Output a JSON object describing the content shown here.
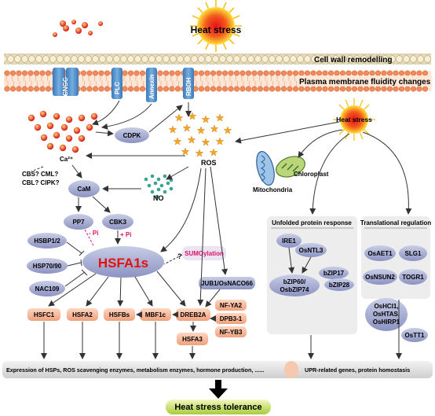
{
  "top": {
    "heat_stress": "Heat stress",
    "cell_wall": "Cell wall remodelling",
    "plasma_membrane": "Plasma membrane fluidity changes"
  },
  "channels": {
    "cngc": "CNGC",
    "plc": "PLC",
    "annexin": "Annexin",
    "rboh": "RBOH"
  },
  "signals": {
    "cdpk": "CDPK",
    "ca": "Ca²⁺",
    "ros": "ROS",
    "no": "NO",
    "cam": "CaM",
    "cbs": "CBS? CML?",
    "cbl": "CBL? CIPK?",
    "pp7": "PP7",
    "cbk3": "CBK3",
    "minus_pi": "- Pi",
    "plus_pi": "+ Pi",
    "q": "?"
  },
  "organelles": {
    "heat_stress_right": "Heat stress",
    "chloroplast": "Chloroplast",
    "mitochondria": "Mitochondria"
  },
  "regulators": {
    "hsbp": "HSBP1/2",
    "hsp70": "HSP70/90",
    "nac109": "NAC109",
    "hsfa1s": "HSFA1s",
    "sumo": "SUMOylation",
    "jub1": "JUB1/OsNACO66"
  },
  "downstream": {
    "hsfc1": "HSFC1",
    "hsfa2": "HSFA2",
    "hsfbs": "HSFBs",
    "mbf1c": "MBF1c",
    "dreb2a": "DREB2A",
    "nfya2": "NF-YA2",
    "dpb31": "DPB3-1",
    "nfyb3": "NF-YB3",
    "hsfa3": "HSFA3"
  },
  "upr": {
    "title": "Unfolded protein response",
    "ire1": "IRE1",
    "osntl3": "OsNTL3",
    "bzip60": "bZIP60/",
    "osbzip74": "OsbZIP74",
    "bzip17": "bZIP17",
    "bzip28": "bZIP28"
  },
  "transl": {
    "title": "Translational regulation",
    "osaet1": "OsAET1",
    "slg1": "SLG1",
    "osnsun2": "OsNSUN2",
    "togr1": "TOGR1"
  },
  "misc": {
    "oshci1": "OsHCI1,",
    "oshtas": "OsHTAS,",
    "oshirp1": "OsHIRP1",
    "ostt1": "OsTT1"
  },
  "bottom": {
    "expression": "Expression of HSPs, ROS scavenging enzymes, metabolism enzymes, hormone production, ......",
    "upr_genes": "UPR-related genes, protein homostasis",
    "tolerance": "Heat stress tolerance"
  }
}
